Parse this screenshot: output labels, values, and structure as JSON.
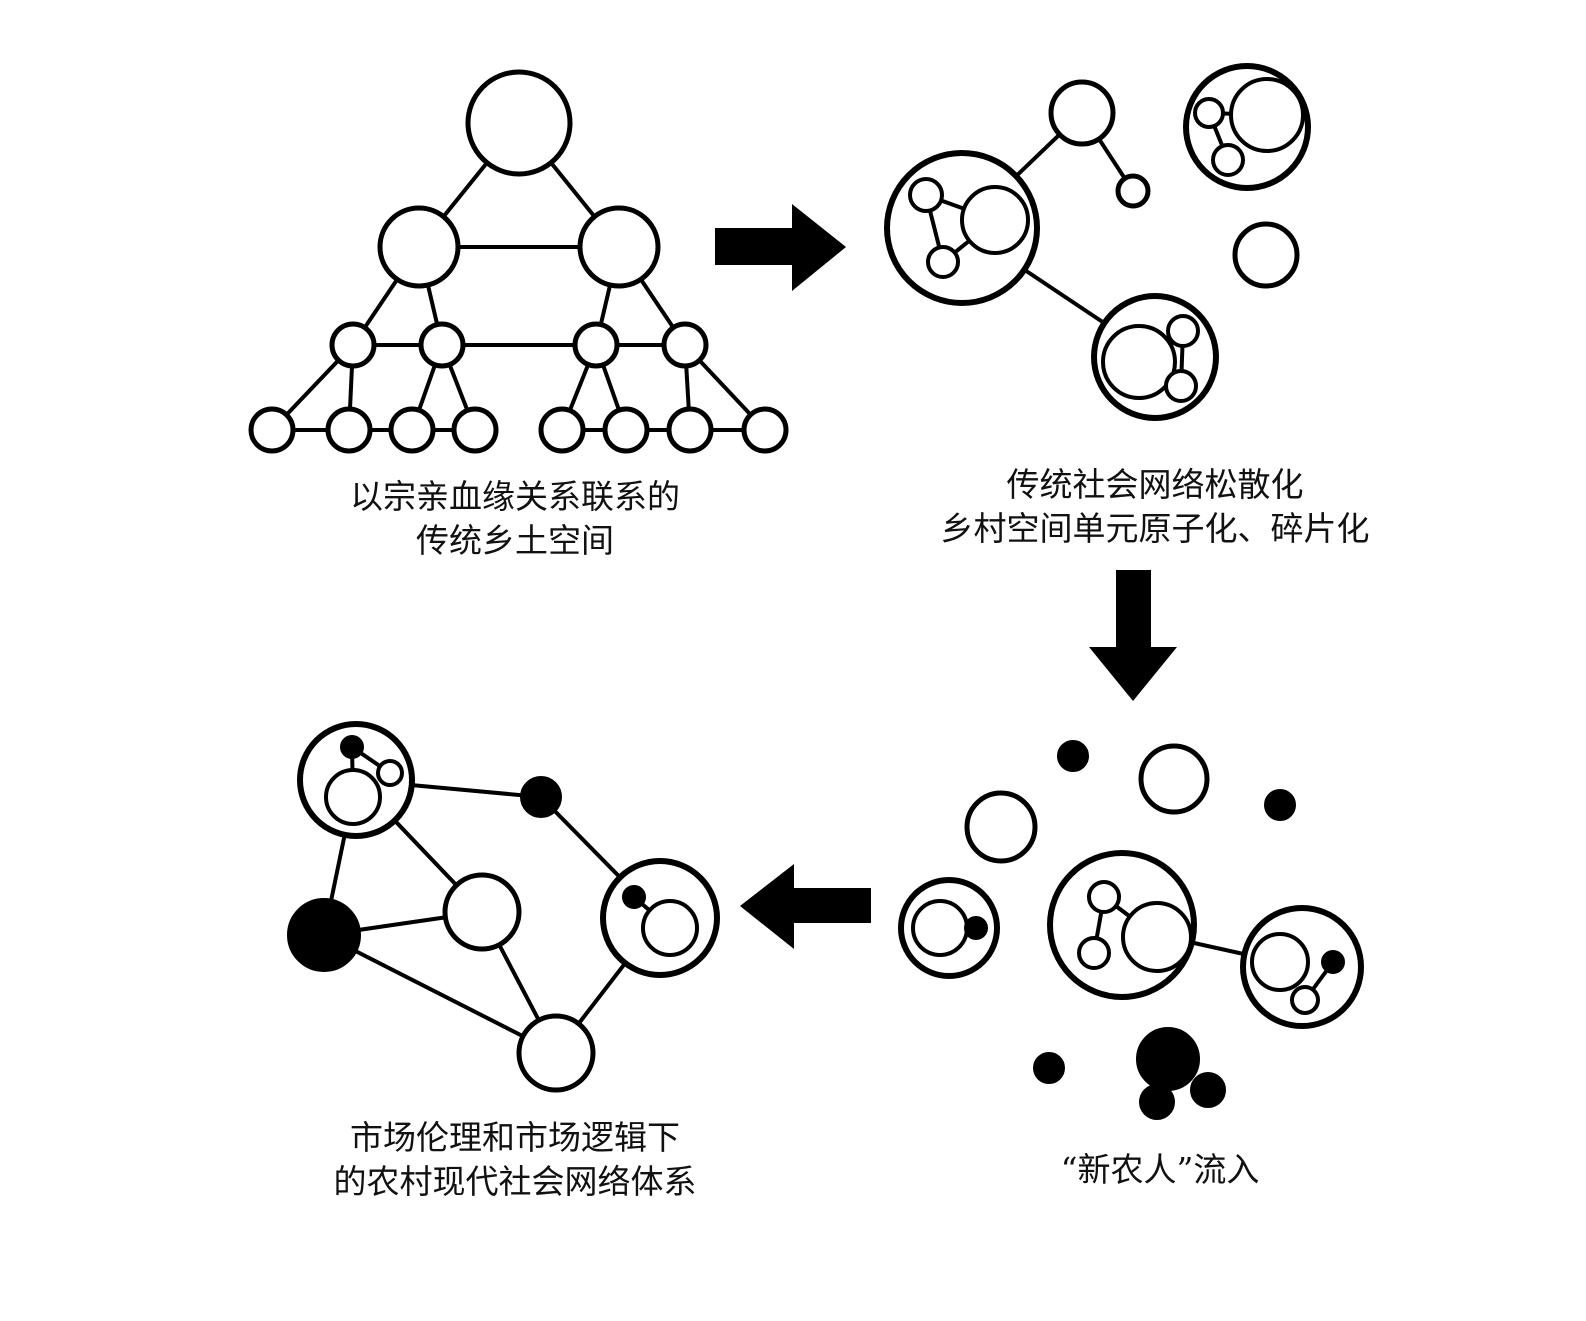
{
  "colors": {
    "stroke": "#000000",
    "fill_empty": "#ffffff",
    "fill_new": "#000000"
  },
  "captions": {
    "tl": {
      "line1": "以宗亲血缘关系联系的",
      "line2": "传统乡土空间"
    },
    "tr": {
      "line1": "传统社会网络松散化",
      "line2": "乡村空间单元原子化、碎片化"
    },
    "br": {
      "line1": "“新农人”流入"
    },
    "bl": {
      "line1": "市场伦理和市场逻辑下",
      "line2": "的农村现代社会网络体系"
    }
  }
}
